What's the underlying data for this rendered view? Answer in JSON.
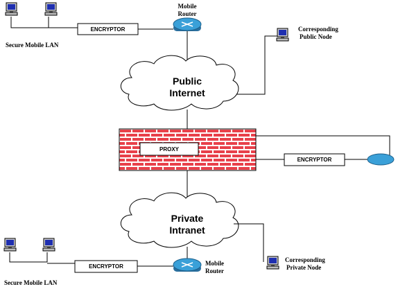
{
  "diagram": {
    "top_lan": {
      "label": "Secure Mobile LAN",
      "encryptor": "ENCRYPTOR"
    },
    "top_router": {
      "label_line1": "Mobile",
      "label_line2": "Router"
    },
    "public_node": {
      "label_line1": "Corresponding",
      "label_line2": "Public Node"
    },
    "public_cloud": {
      "line1": "Public",
      "line2": "Internet"
    },
    "firewall": {
      "proxy": "PROXY",
      "encryptor": "ENCRYPTOR",
      "brick_color": "#e8404a"
    },
    "private_cloud": {
      "line1": "Private",
      "line2": "Intranet"
    },
    "bottom_lan": {
      "label": "Secure Mobile LAN",
      "encryptor": "ENCRYPTOR"
    },
    "bottom_router": {
      "label_line1": "Mobile",
      "label_line2": "Router"
    },
    "private_node": {
      "label_line1": "Corresponding",
      "label_line2": "Private Node"
    },
    "colors": {
      "router": "#3aa0d8",
      "ellipse": "#3aa0d8",
      "monitor_screen": "#1f2fb0"
    }
  }
}
